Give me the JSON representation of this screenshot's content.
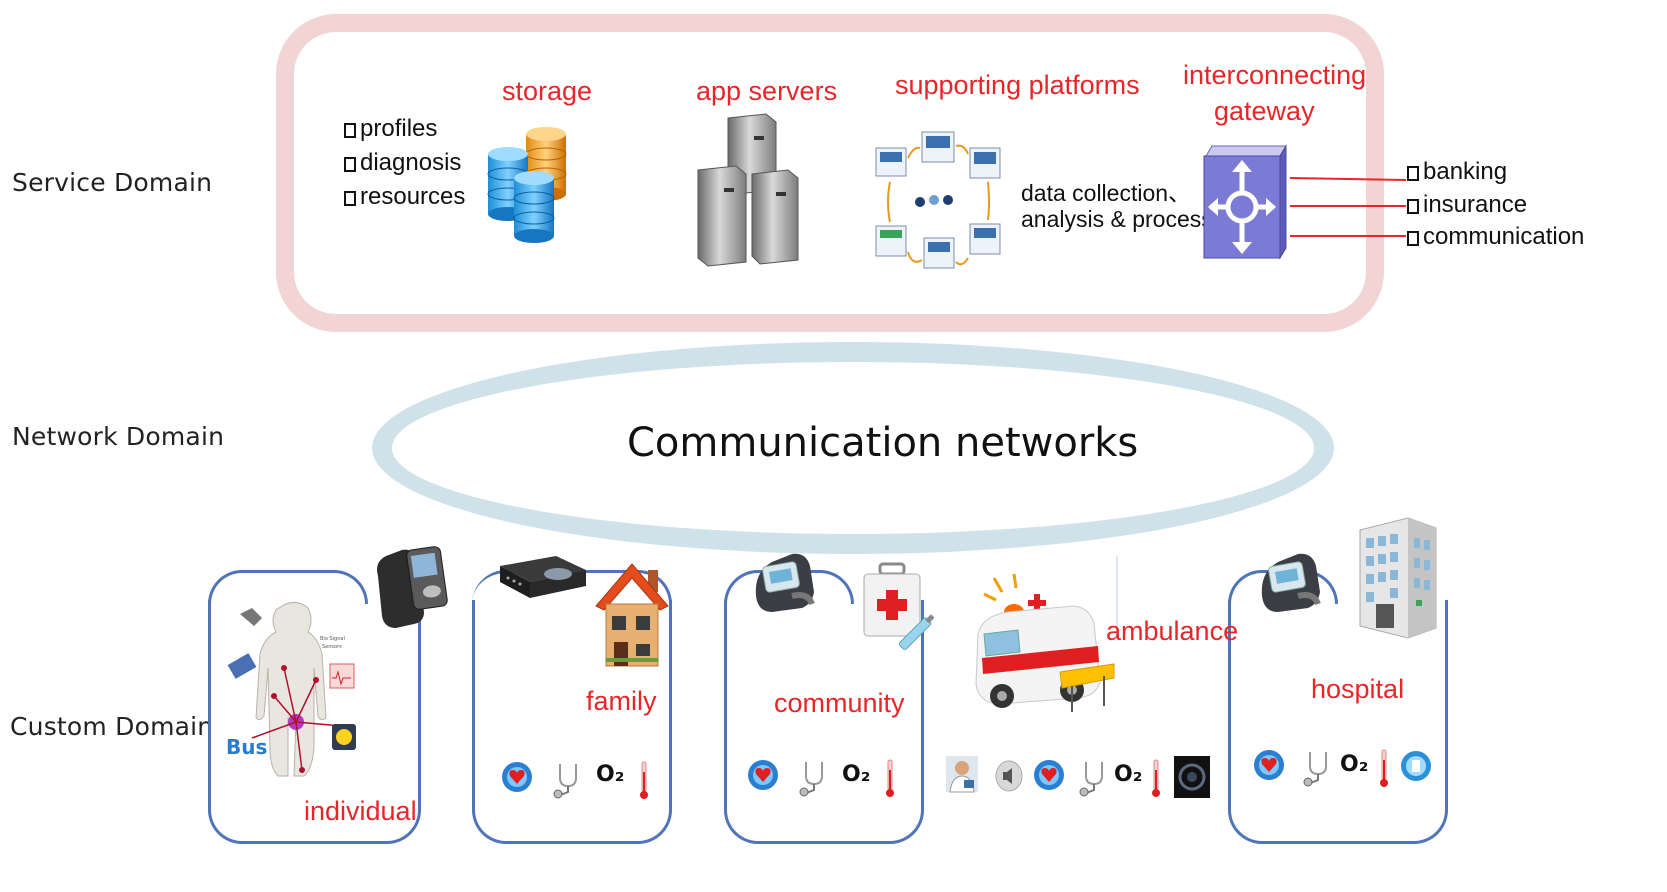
{
  "domains": {
    "service": "Service Domain",
    "network": "Network Domain",
    "custom": "Custom Domain"
  },
  "service": {
    "left_list": [
      "profiles",
      "diagnosis",
      "resources"
    ],
    "storage": "storage",
    "app_servers": "app servers",
    "supporting_platforms": "supporting platforms",
    "data_process_line1": "data collection、",
    "data_process_line2": "analysis & process",
    "gateway_line1": "interconnecting",
    "gateway_line2": "gateway",
    "right_list": [
      "banking",
      "insurance",
      "communication"
    ]
  },
  "network": {
    "title": "Communication networks"
  },
  "custom": {
    "individual": "individual",
    "family": "family",
    "community": "community",
    "ambulance": "ambulance",
    "hospital": "hospital",
    "o2": "O₂"
  },
  "colors": {
    "service_border": "#f2d4d4",
    "network_ellipse": "#cfe2ea",
    "custom_box": "#4f75b8",
    "accent_red": "#e8262a"
  }
}
